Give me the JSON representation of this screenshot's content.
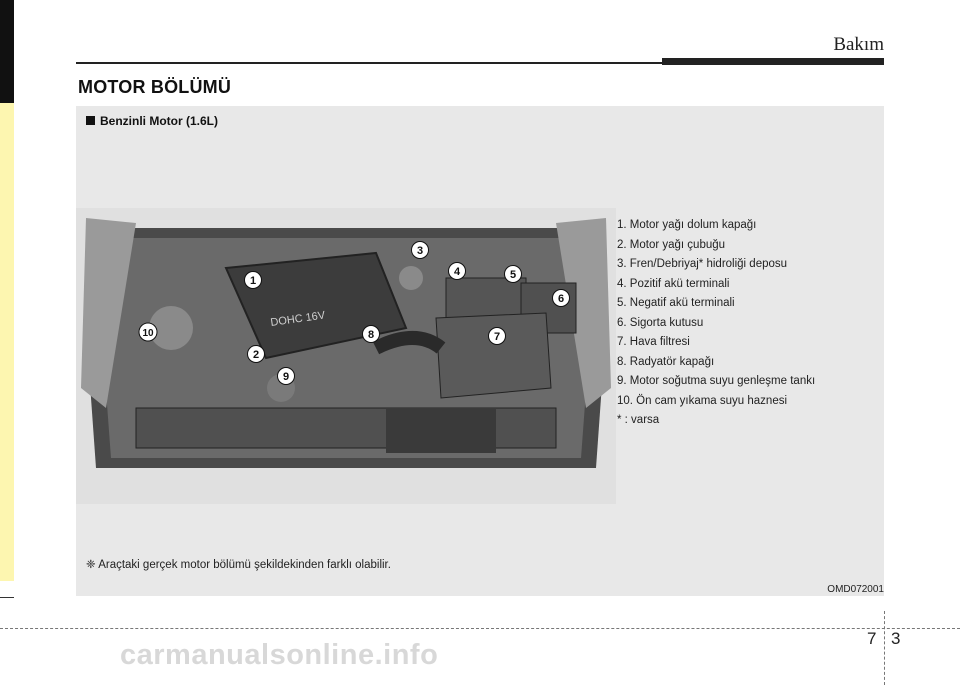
{
  "header": {
    "section": "Bakım"
  },
  "title": "MOTOR BÖLÜMÜ",
  "panel": {
    "subtitle": "Benzinli Motor (1.6L)",
    "engine_badge": "DOHC 16V",
    "callouts": [
      "1",
      "2",
      "3",
      "4",
      "5",
      "6",
      "7",
      "8",
      "9",
      "10"
    ],
    "legend": [
      "1.  Motor yağı dolum kapağı",
      "2.  Motor yağı çubuğu",
      "3.  Fren/Debriyaj* hidroliği deposu",
      "4.  Pozitif akü terminali",
      "5.  Negatif akü terminali",
      "6.  Sigorta kutusu",
      "7.  Hava filtresi",
      "8.  Radyatör kapağı",
      "9.  Motor soğutma suyu genleşme tankı",
      "10. Ön cam yıkama suyu haznesi",
      "* : varsa"
    ],
    "note": "❈ Araçtaki gerçek motor bölümü şekildekinden farklı olabilir.",
    "code": "OMD072001"
  },
  "footer": {
    "chapter": "7",
    "page": "3",
    "watermark": "carmanualsonline.info"
  }
}
